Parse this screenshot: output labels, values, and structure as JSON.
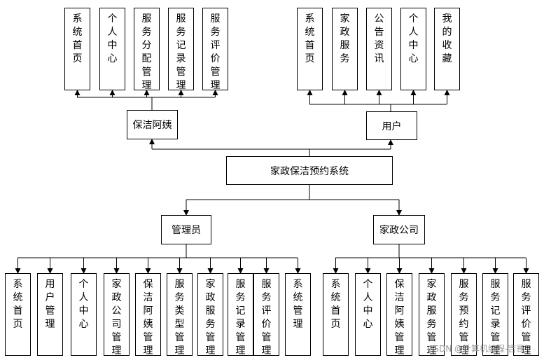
{
  "diagram": {
    "root": "家政保洁预约系统",
    "roles": {
      "cleaner": {
        "label": "保洁阿姨",
        "modules": [
          "系统首页",
          "个人中心",
          "服务分配管理",
          "服务记录管理",
          "服务评价管理"
        ]
      },
      "user": {
        "label": "用户",
        "modules": [
          "系统首页",
          "家政服务",
          "公告资讯",
          "个人中心",
          "我的收藏"
        ]
      },
      "admin": {
        "label": "管理员",
        "modules": [
          "系统首页",
          "用户管理",
          "个人中心",
          "家政公司管理",
          "保洁阿姨管理",
          "服务类型管理",
          "家政服务管理",
          "服务记录管理",
          "服务评价管理",
          "系统管理"
        ]
      },
      "company": {
        "label": "家政公司",
        "modules": [
          "系统首页",
          "个人中心",
          "保洁阿姨管理",
          "家政服务管理",
          "服务预约管理",
          "服务记录管理",
          "服务评价管理"
        ]
      }
    }
  },
  "watermark": "CSDN @计算机编程-吉哥"
}
